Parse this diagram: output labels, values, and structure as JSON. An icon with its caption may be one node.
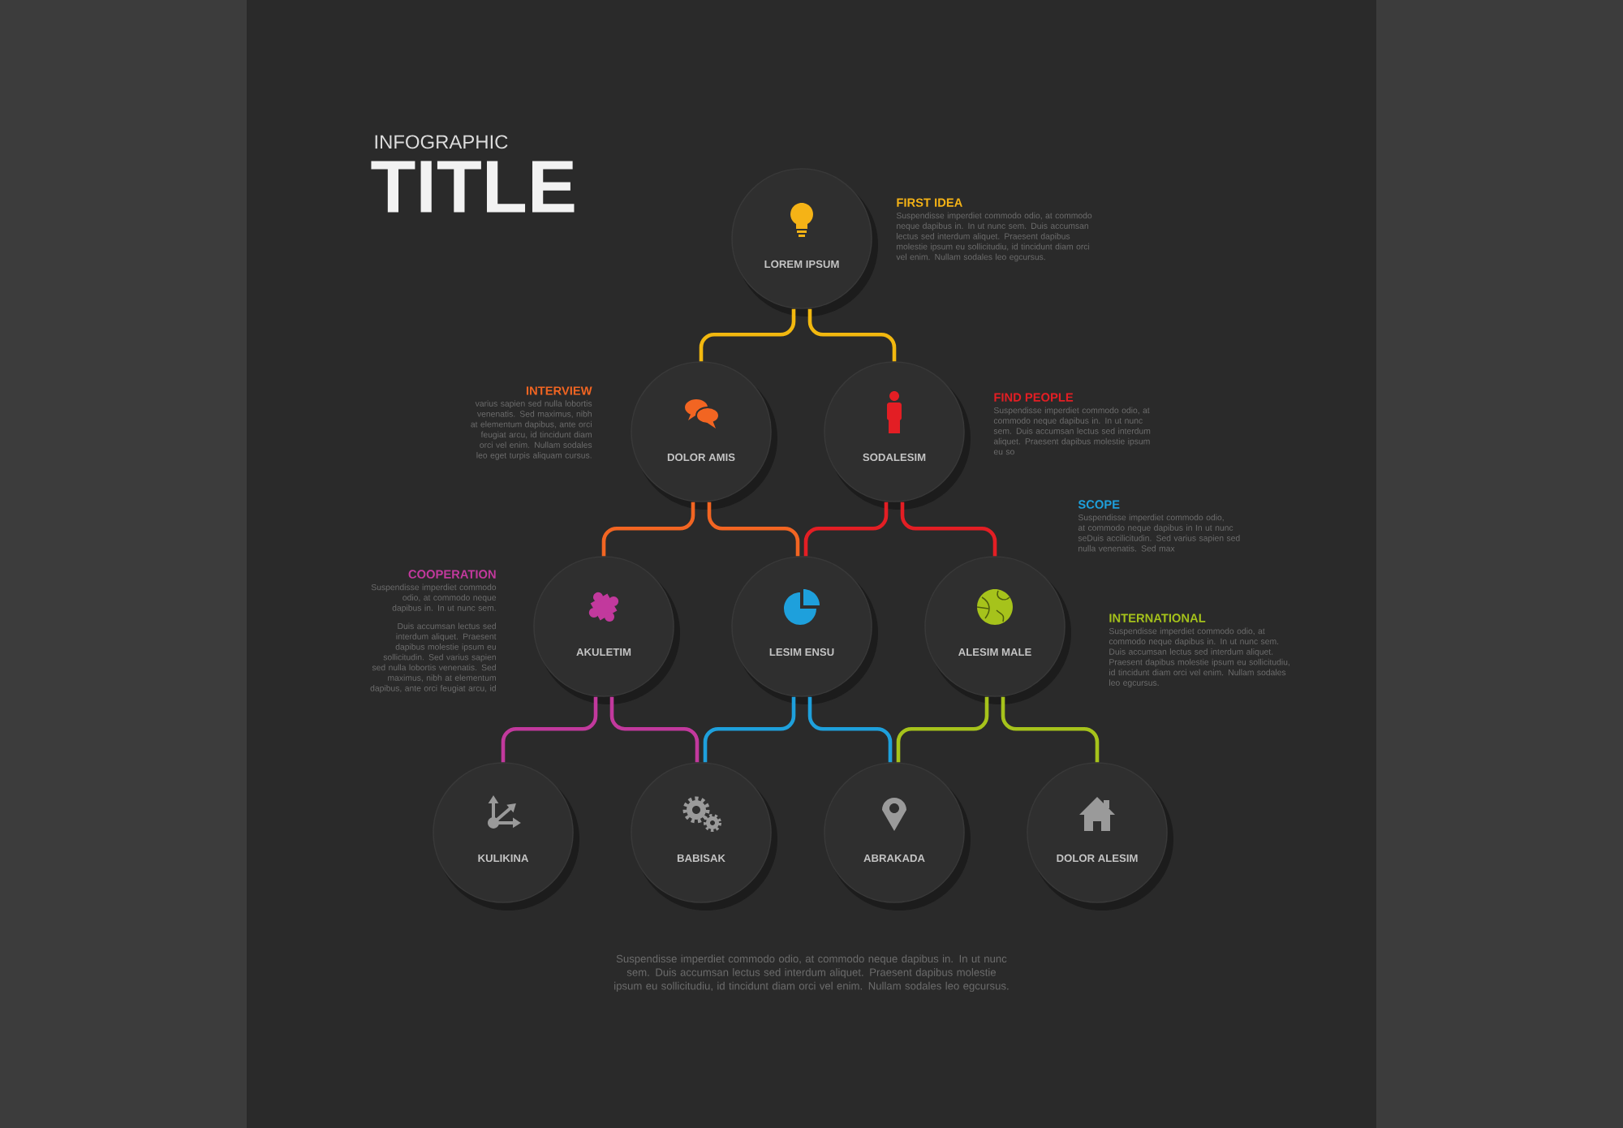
{
  "diagram": {
    "title": "TITLE",
    "nodes": [
      {
        "text": [
          "LOREM IPSUM"
        ],
        "beside": [
          "FIRST IDEA",
          "Suspendisse imperdiet commodo odio, at commodo neque dapibus in. In ut nunc sem. Duis accumsan lectus sed interdum aliquet. Praesent dapibus molestie ipsum eu sollicitudiu, id tincidunt diam orci vel enim. Nullam sodales leo egcursus."
        ]
      },
      {
        "text": [
          "DOLOR AMIS"
        ],
        "beside": [
          "INTERVIEW",
          "varius sapien sed nulla lobortis venenatis. Sed maximus, nibh at elementum dapibus, ante orci feugiat arcu, id tincidunt diam orci vel enim. Nullam sodales leo eget turpis aliquam cursus."
        ]
      },
      {
        "text": [
          "SODALESIM"
        ],
        "beside": [
          "FIND PEOPLE",
          "Suspendisse imperdiet commodo odio, at commodo neque dapibus in. In ut nunc sem. Duis accumsan lectus sed interdum aliquet. Praesent dapibus molestie ipsum eu so"
        ]
      },
      {
        "text": [
          "AKULETIM"
        ],
        "beside": [
          "COOPERATION",
          "Suspendisse imperdiet commodo odio, at commodo neque dapibus in. In ut nunc sem.",
          "Duis accumsan lectus sed interdum aliquet. Praesent dapibus molestie ipsum eu sollicitudin. Sed varius sapien sed nulla lobortis venenatis. Sed maximus, nibh at elementum dapibus, ante orci feugiat arcu, id"
        ]
      },
      {
        "text": [
          "LESIM ENSU"
        ],
        "beside": [
          "SCOPE",
          "Suspendisse imperdiet commodo odio, at commodo neque dapibus in In ut nunc seDuis accilicitudin. Sed varius sapien sed nulla venenatis. Sed max"
        ]
      },
      {
        "text": [
          "ALESIM MALE"
        ],
        "beside": [
          "INTERNATIONAL",
          "Suspendisse imperdiet commodo odio, at commodo neque dapibus in. In ut nunc sem. Duis accumsan lectus sed interdum aliquet. Praesent dapibus molestie ipsum eu sollicitudiu, id tincidunt diam orci vel enim. Nullam sodales leo egcursus."
        ]
      },
      {
        "text": [
          "KULIKINA"
        ]
      },
      {
        "text": [
          "BABISAK"
        ]
      },
      {
        "text": [
          "ABRAKADA"
        ]
      },
      {
        "text": [
          "DOLOR ALESIM"
        ]
      }
    ],
    "edges": [
      {
        "from": 0,
        "to": 1,
        "arrow": "none",
        "color": "#f2b80f"
      },
      {
        "from": 0,
        "to": 2,
        "arrow": "none",
        "color": "#f2b80f"
      },
      {
        "from": 1,
        "to": 3,
        "arrow": "none",
        "color": "#f26522"
      },
      {
        "from": 1,
        "to": 4,
        "arrow": "none",
        "color": "#f26522"
      },
      {
        "from": 2,
        "to": 4,
        "arrow": "none",
        "color": "#e31e24"
      },
      {
        "from": 2,
        "to": 5,
        "arrow": "none",
        "color": "#e31e24"
      },
      {
        "from": 3,
        "to": 6,
        "arrow": "none",
        "color": "#c2399d"
      },
      {
        "from": 3,
        "to": 7,
        "arrow": "none",
        "color": "#c2399d"
      },
      {
        "from": 4,
        "to": 7,
        "arrow": "none",
        "color": "#1ea0dc"
      },
      {
        "from": 4,
        "to": 8,
        "arrow": "none",
        "color": "#1ea0dc"
      },
      {
        "from": 5,
        "to": 8,
        "arrow": "none",
        "color": "#a6c31b"
      },
      {
        "from": 5,
        "to": 9,
        "arrow": "none",
        "color": "#a6c31b"
      }
    ],
    "labels": [
      "INFOGRAPHIC",
      "Suspendisse imperdiet commodo odio, at commodo neque dapibus in. In ut nunc sem. Duis accumsan lectus sed interdum aliquet. Praesent dapibus molestie ipsum eu sollicitudiu, id tincidunt diam orci vel enim. Nullam sodales leo egcursus."
    ]
  }
}
